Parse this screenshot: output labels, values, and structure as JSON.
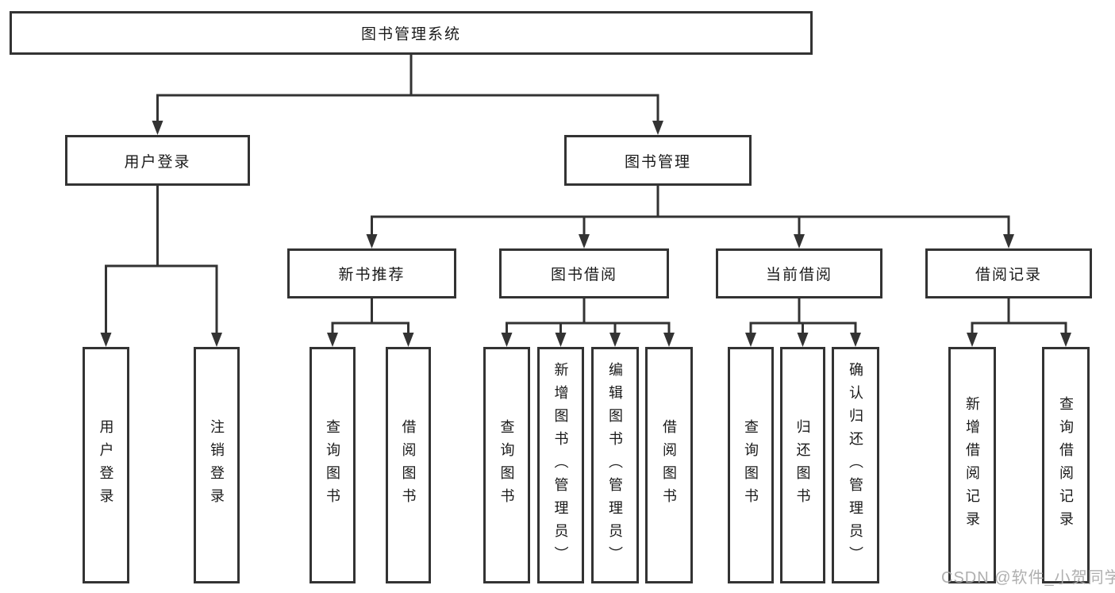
{
  "diagram": {
    "root_label": "图书管理系统",
    "branches": [
      {
        "label": "用户登录",
        "children": [
          {
            "label": "用户登录"
          },
          {
            "label": "注销登录"
          }
        ]
      },
      {
        "label": "图书管理",
        "children": [
          {
            "label": "新书推荐",
            "children": [
              {
                "label": "查询图书"
              },
              {
                "label": "借阅图书"
              }
            ]
          },
          {
            "label": "图书借阅",
            "children": [
              {
                "label": "查询图书"
              },
              {
                "label": "新增图书（管理员）"
              },
              {
                "label": "编辑图书（管理员）"
              },
              {
                "label": "借阅图书"
              }
            ]
          },
          {
            "label": "当前借阅",
            "children": [
              {
                "label": "查询图书"
              },
              {
                "label": "归还图书"
              },
              {
                "label": "确认归还（管理员）"
              }
            ]
          },
          {
            "label": "借阅记录",
            "children": [
              {
                "label": "新增借阅记录"
              },
              {
                "label": "查询借阅记录"
              }
            ]
          }
        ]
      }
    ]
  },
  "watermark": {
    "text": "CSDN @软件_小贺同学"
  },
  "colors": {
    "line": "#333333",
    "box_border": "#333333",
    "box_background": "#ffffff",
    "text": "#1a1a1a",
    "watermark": "#a8a8a8",
    "background": "#ffffff"
  }
}
